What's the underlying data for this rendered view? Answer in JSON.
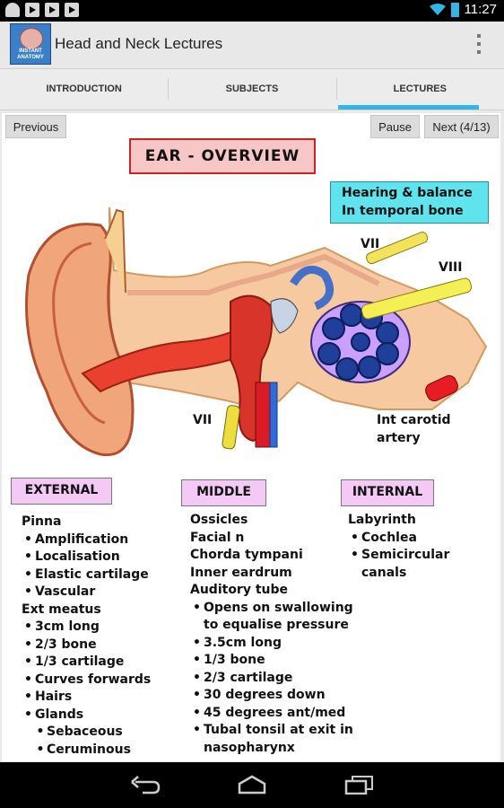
{
  "status": {
    "time": "11:27"
  },
  "app": {
    "title": "Head and Neck Lectures",
    "icon_text_1": "INSTANT",
    "icon_text_2": "ANATOMY"
  },
  "tabs": [
    {
      "label": "INTRODUCTION",
      "active": false
    },
    {
      "label": "SUBJECTS",
      "active": false
    },
    {
      "label": "LECTURES",
      "active": true
    }
  ],
  "controls": {
    "previous": "Previous",
    "pause": "Pause",
    "next": "Next (4/13)"
  },
  "slide": {
    "title": "EAR - OVERVIEW",
    "note_line1": "Hearing & balance",
    "note_line2": "In temporal bone",
    "labels": {
      "cn7_top": "VII",
      "cn8": "VIII",
      "cn7_bottom": "VII",
      "carotid_1": "Int carotid",
      "carotid_2": "artery"
    },
    "sections": {
      "external": {
        "heading": "EXTERNAL",
        "lines": [
          {
            "t": "Pinna",
            "lvl": 0
          },
          {
            "t": "Amplification",
            "lvl": 1
          },
          {
            "t": "Localisation",
            "lvl": 1
          },
          {
            "t": "Elastic cartilage",
            "lvl": 1
          },
          {
            "t": "Vascular",
            "lvl": 1
          },
          {
            "t": "Ext meatus",
            "lvl": 0
          },
          {
            "t": "3cm long",
            "lvl": 1
          },
          {
            "t": "2/3 bone",
            "lvl": 1
          },
          {
            "t": "1/3 cartilage",
            "lvl": 1
          },
          {
            "t": "Curves forwards",
            "lvl": 1
          },
          {
            "t": "Hairs",
            "lvl": 1
          },
          {
            "t": "Glands",
            "lvl": 1
          },
          {
            "t": "Sebaceous",
            "lvl": 2
          },
          {
            "t": "Ceruminous",
            "lvl": 2
          }
        ]
      },
      "middle": {
        "heading": "MIDDLE",
        "lines": [
          {
            "t": "Ossicles",
            "lvl": 0
          },
          {
            "t": "Facial n",
            "lvl": 0
          },
          {
            "t": "Chorda tympani",
            "lvl": 0
          },
          {
            "t": "Inner eardrum",
            "lvl": 0
          },
          {
            "t": "Auditory tube",
            "lvl": 0
          },
          {
            "t": "Opens on swallowing",
            "lvl": 1
          },
          {
            "t": "to equalise pressure",
            "lvl": 3
          },
          {
            "t": "3.5cm long",
            "lvl": 1
          },
          {
            "t": "1/3 bone",
            "lvl": 1
          },
          {
            "t": "2/3 cartilage",
            "lvl": 1
          },
          {
            "t": "30 degrees down",
            "lvl": 1
          },
          {
            "t": "45 degrees ant/med",
            "lvl": 1
          },
          {
            "t": "Tubal tonsil at exit in",
            "lvl": 1
          },
          {
            "t": "nasopharynx",
            "lvl": 3
          }
        ]
      },
      "internal": {
        "heading": "INTERNAL",
        "lines": [
          {
            "t": "Labyrinth",
            "lvl": 0
          },
          {
            "t": "Cochlea",
            "lvl": 1
          },
          {
            "t": "Semicircular",
            "lvl": 1
          },
          {
            "t": "canals",
            "lvl": 3
          }
        ]
      }
    }
  }
}
